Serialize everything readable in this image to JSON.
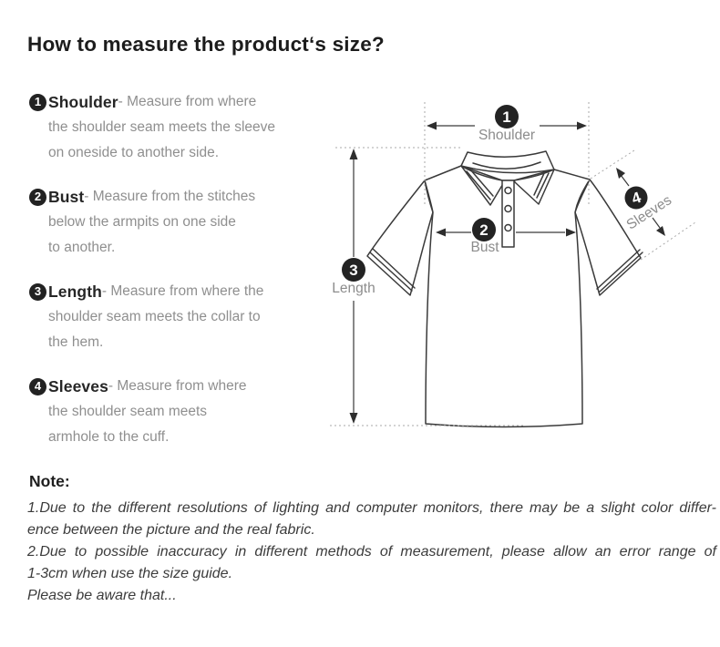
{
  "title": "How to measure the product‘s size?",
  "instructions": [
    {
      "num": "1",
      "term": "Shoulder",
      "rest": "- Measure from where",
      "line2": "the shoulder seam meets the sleeve",
      "line3": "on oneside to another side."
    },
    {
      "num": "2",
      "term": "Bust",
      "rest": "- Measure from the stitches",
      "line2": "below the armpits on one side",
      "line3": "to another."
    },
    {
      "num": "3",
      "term": "Length",
      "rest": "- Measure from where the",
      "line2": "shoulder seam meets the collar to",
      "line3": "the hem."
    },
    {
      "num": "4",
      "term": "Sleeves",
      "rest": "- Measure from where",
      "line2": "the shoulder seam meets",
      "line3": "armhole to the cuff."
    }
  ],
  "diagram": {
    "shoulder": {
      "num": "1",
      "label": "Shoulder"
    },
    "bust": {
      "num": "2",
      "label": "Bust"
    },
    "length": {
      "num": "3",
      "label": "Length"
    },
    "sleeves": {
      "num": "4",
      "label": "Sleeves"
    }
  },
  "note": {
    "heading": "Note:",
    "line1": "1.Due to the different resolutions of lighting and computer monitors, there may be a slight color differ-",
    "line2": "ence between the picture and the real fabric.",
    "line3": "2.Due to possible inaccuracy in different methods of measurement, please allow an error range of",
    "line4": "1-3cm when use the size guide.",
    "line5": "Please be aware that..."
  },
  "colors": {
    "badge": "#232323",
    "shirt_outline": "#3a3a3a",
    "arrow": "#3a3a3a",
    "dashed_guide": "#aaaaaa",
    "diagram_label": "#8c8c8c",
    "body_text": "#8f8f8f",
    "heading_text": "#1c1c1c"
  }
}
